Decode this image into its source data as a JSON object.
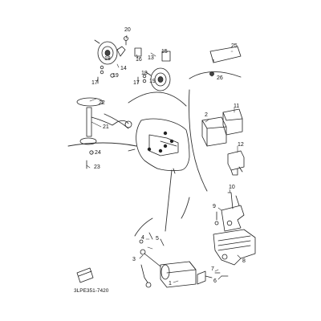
{
  "diagram": {
    "reference_code": "3LPE351-7420",
    "callouts": {
      "c1": "1",
      "c2": "2",
      "c3": "3",
      "c4": "4",
      "c5": "5",
      "c6": "6",
      "c7": "7",
      "c8": "8",
      "c9": "9",
      "c10": "10",
      "c11": "11",
      "c12": "12",
      "c13": "13",
      "c14": "14",
      "c15": "15",
      "c16": "16",
      "c17": "17",
      "c18": "18",
      "c19": "19",
      "c20": "20",
      "c21": "21",
      "c22": "22",
      "c23": "23",
      "c24": "24",
      "c25": "25",
      "c26": "26"
    }
  }
}
